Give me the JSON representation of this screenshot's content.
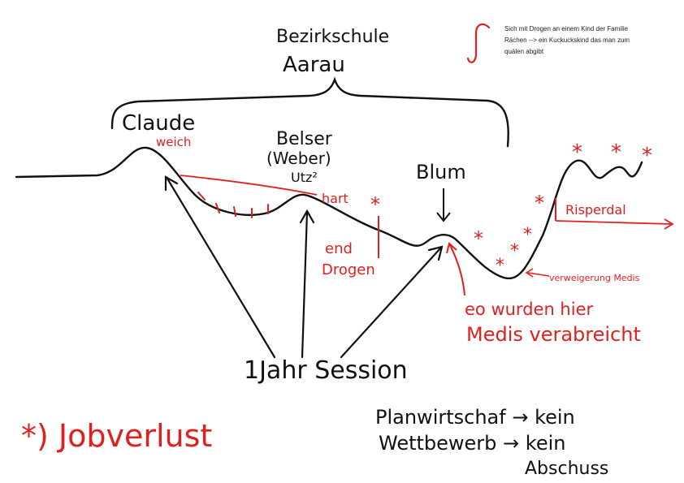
{
  "colors": {
    "ink": "#111111",
    "red": "#e02020"
  },
  "header": {
    "line1": "Bezirkschule",
    "line2": "Aarau"
  },
  "note": {
    "line1": "Sich mit Drogen an einem Kind der Familie",
    "line2": "Rächen --> ein Kuckuckskind das man zum",
    "line3": "quälen abgibt"
  },
  "labels": {
    "claude": "Claude",
    "weich": "weich",
    "belser": "Belser",
    "weber": "(Weber)",
    "utz": "Utz²",
    "hart": "hart",
    "blum": "Blum",
    "end": "end",
    "drogen": "Drogen",
    "risperdal": "Risperdal",
    "verweigerung": "verweigerung Medis",
    "medis1": "eo wurden hier",
    "medis2": "Medis verabreicht",
    "session": "1Jahr Session",
    "jobverlust": "*) Jobverlust",
    "plan1": "Planwirtschaf → kein",
    "plan2": "Wettbewerb → kein",
    "plan3": "Abschuss"
  }
}
